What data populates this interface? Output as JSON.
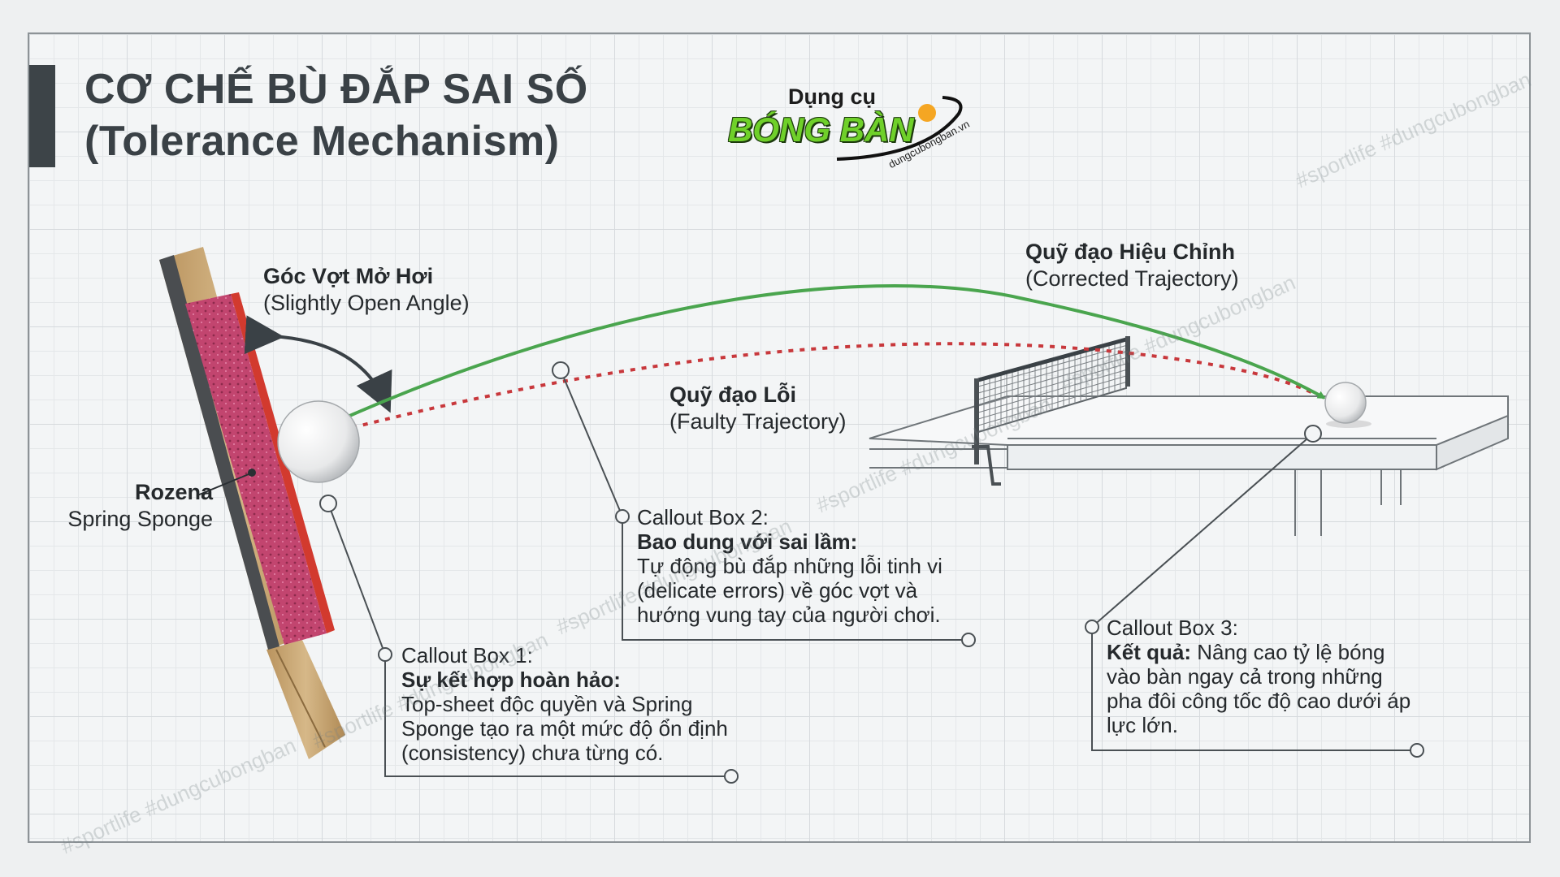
{
  "title": {
    "line1": "CƠ CHẾ BÙ ĐẮP SAI SỐ",
    "line2": "(Tolerance Mechanism)"
  },
  "logo": {
    "top": "Dụng cụ",
    "main": "BÓNG BÀN",
    "url": "dungcubongban.vn"
  },
  "labels": {
    "angle": {
      "title": "Góc Vợt Mở Hơi",
      "sub": "(Slightly Open Angle)"
    },
    "sponge": {
      "title": "Rozena",
      "sub": "Spring Sponge"
    },
    "faulty": {
      "title": "Quỹ đạo Lỗi",
      "sub": "(Faulty Trajectory)"
    },
    "corrected": {
      "title": "Quỹ đạo Hiệu Chỉnh",
      "sub": "(Corrected Trajectory)"
    }
  },
  "callouts": [
    {
      "title": "Callout Box 1:",
      "heading": "Sự kết hợp hoàn hảo:",
      "body": "Top-sheet độc quyền và Spring Sponge tạo ra một mức độ ổn định (consistency) chưa từng có."
    },
    {
      "title": "Callout Box 2:",
      "heading": "Bao dung với sai lầm:",
      "body": "Tự động bù đắp những lỗi tinh vi (delicate errors) về góc vợt và hướng vung tay của người chơi."
    },
    {
      "title": "Callout Box 3:",
      "heading": "Kết quả:",
      "body": "Nâng cao tỷ lệ bóng vào bàn ngay cả trong những pha đôi công tốc độ cao dưới áp lực lớn."
    }
  ],
  "watermark": "#sportlife #dungcubongban",
  "colors": {
    "corrected": "#4aa54e",
    "faulty": "#c8383c",
    "sponge": "#c2456f",
    "rubber_edge": "#d23a2e",
    "wood": "#c9a675",
    "logo_green": "#6fd02a",
    "logo_orange": "#f5a623"
  }
}
